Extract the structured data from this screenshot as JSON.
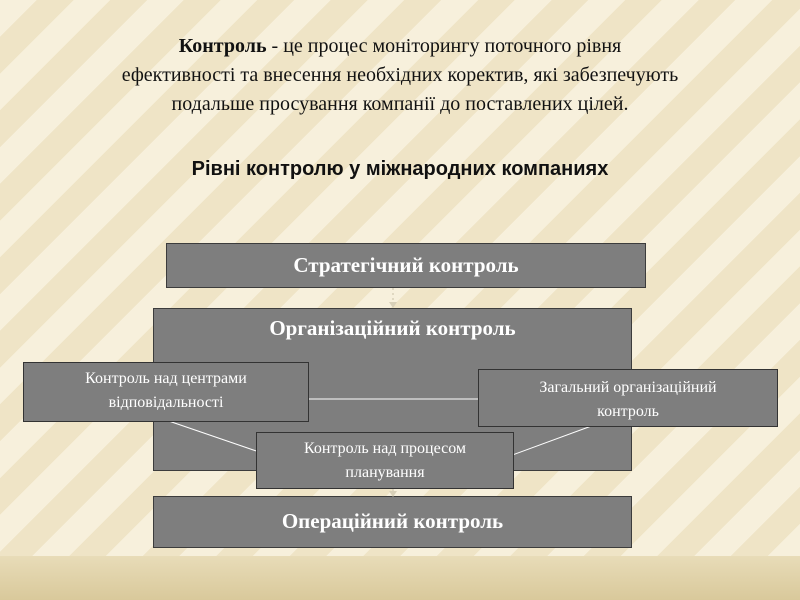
{
  "intro": {
    "term": "Контроль",
    "line1_rest": " - це процес моніторингу поточного рівня",
    "line2": "ефективності та внесення необхідних коректив, які забезпечують",
    "line3": "подальше просування компанії до поставлених цілей."
  },
  "heading": "Рівні контролю у міжнародних компаниях",
  "diagram": {
    "strategic": "Стратегічний контроль",
    "organizational": "Організаційний  контроль",
    "operational": "Операційний  контроль",
    "responsibility_line1": "Контроль над центрами",
    "responsibility_line2": "відповідальності",
    "general_line1": "Загальний організаційний",
    "general_line2": "контроль",
    "planning_line1": "Контроль над процесом",
    "planning_line2": "планування"
  },
  "colors": {
    "box_fill": "#7e7e7e",
    "background": "#f7f0dc",
    "text_on_box": "#ffffff"
  }
}
